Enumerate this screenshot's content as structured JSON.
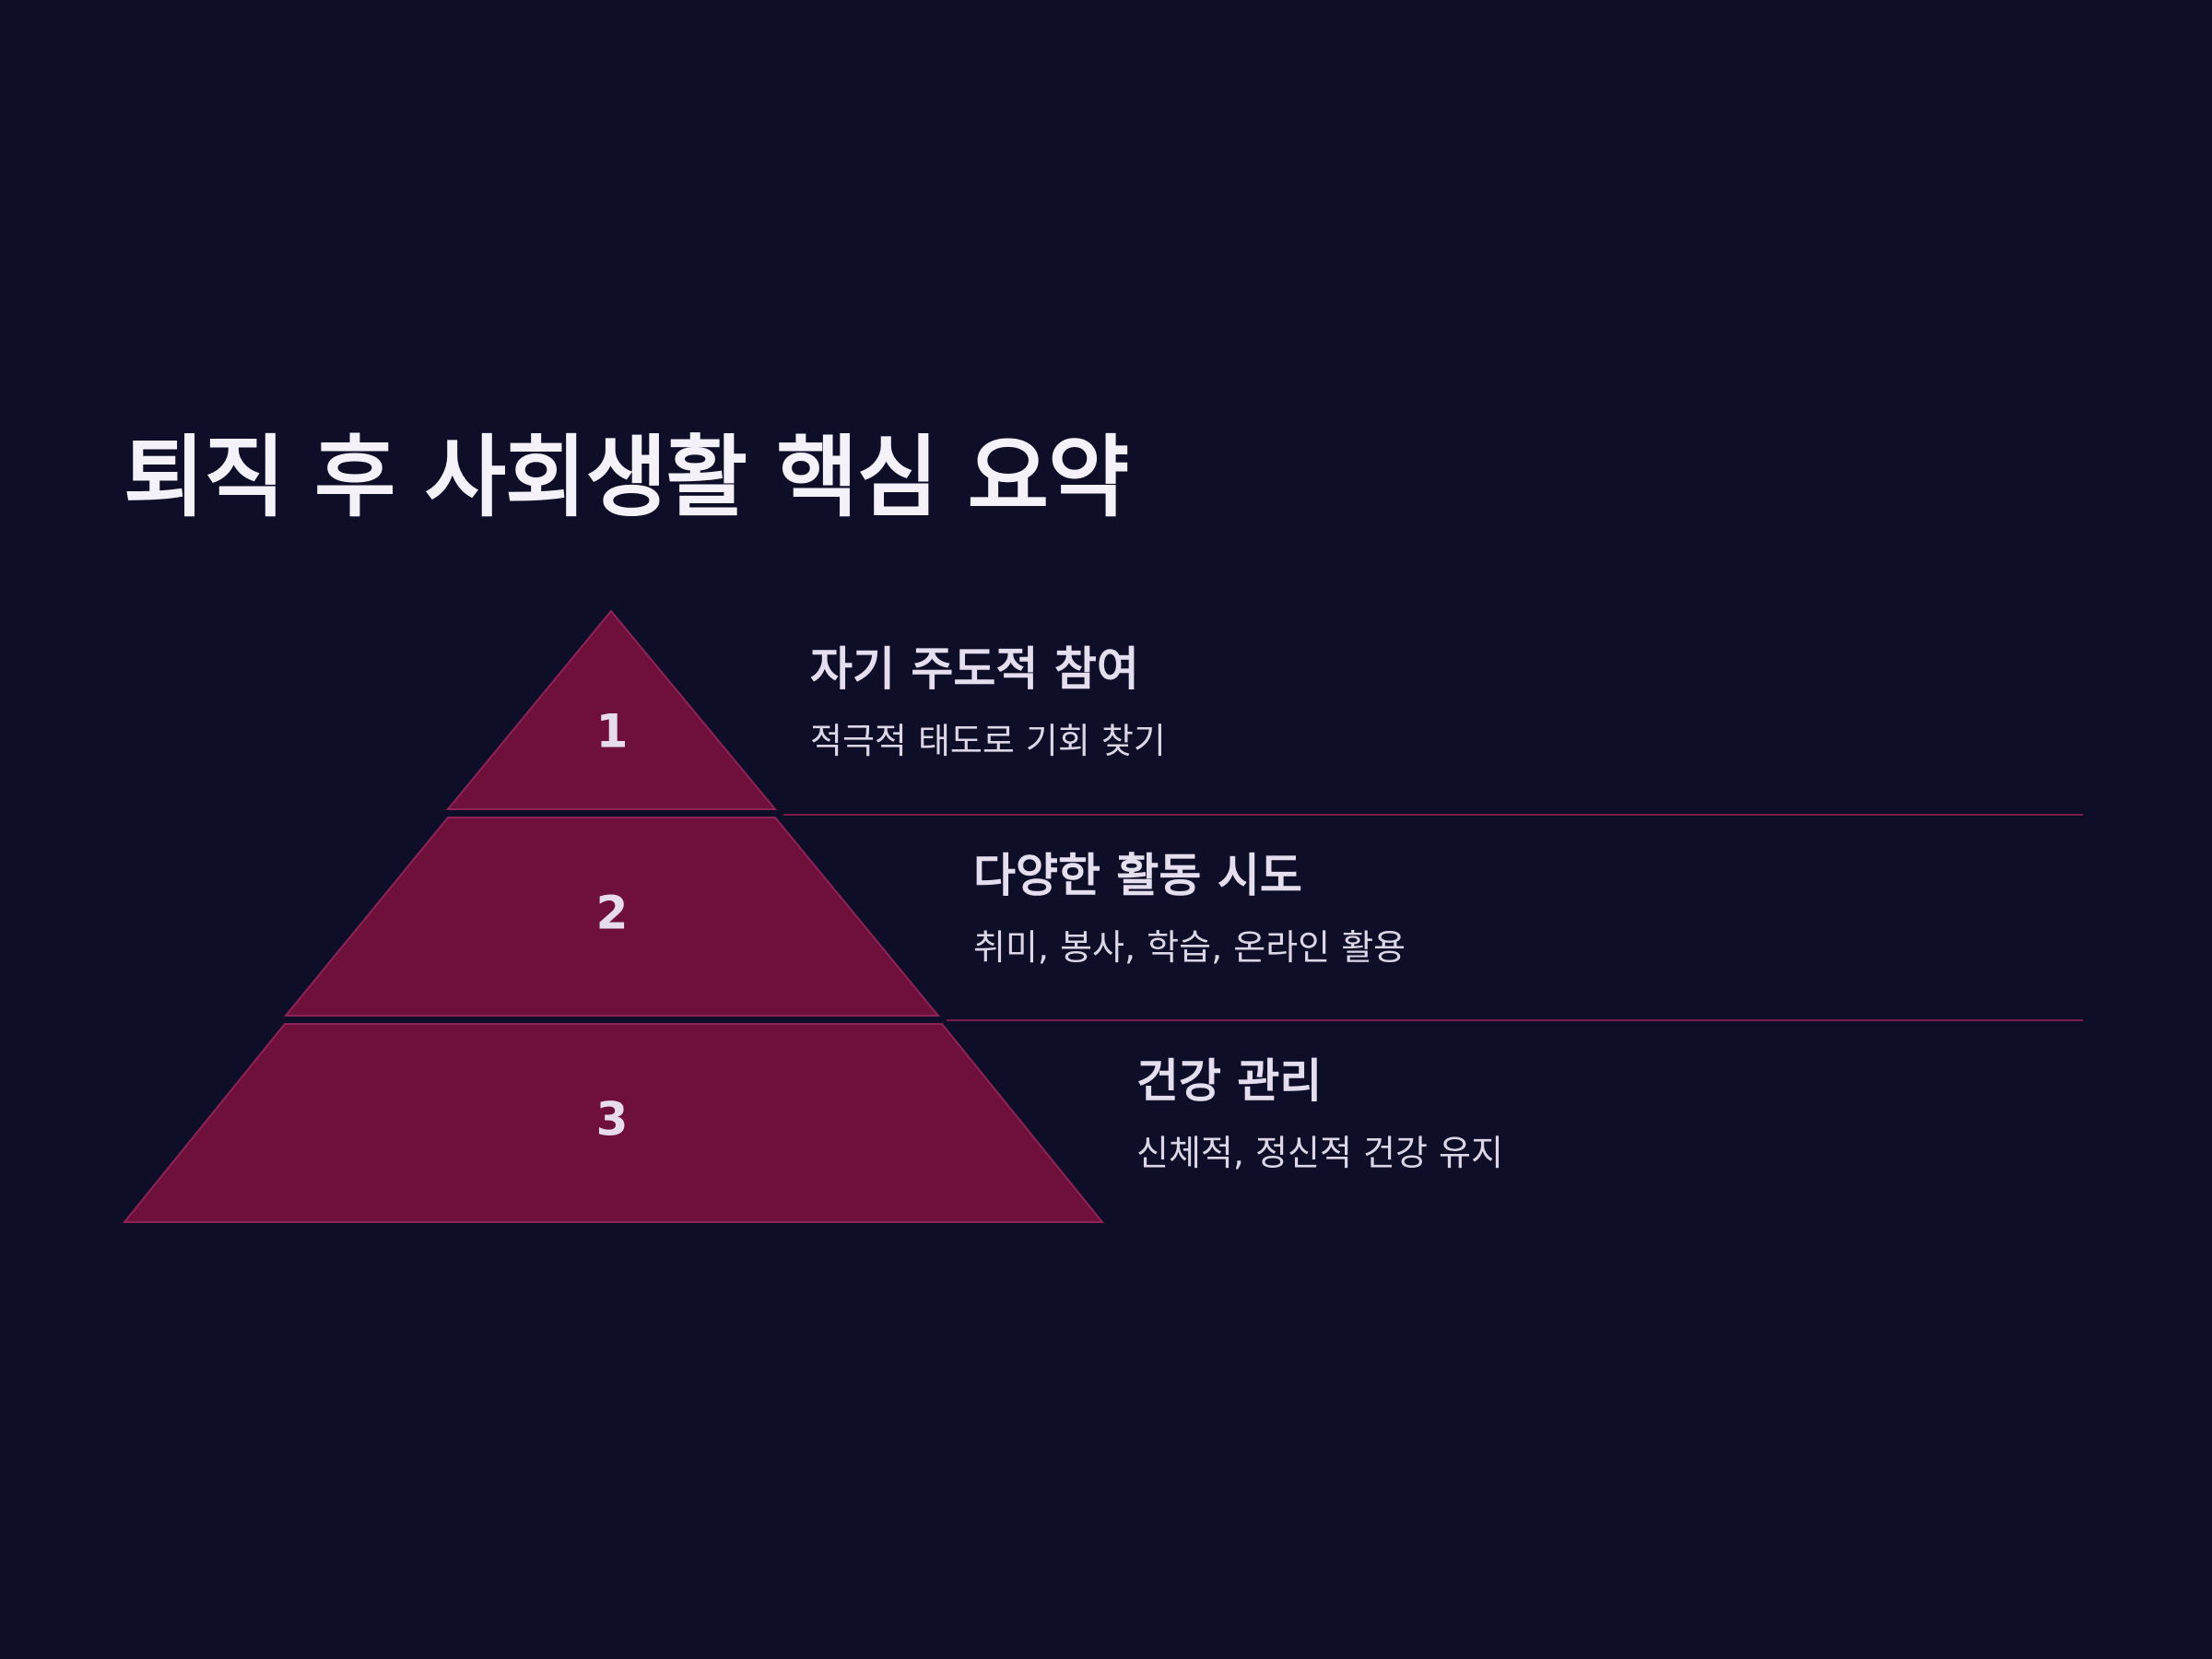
{
  "title": "퇴직 후 사회생활 핵심 요약",
  "colors": {
    "background": "#0e0e29",
    "tier_fill": "#6e0f3c",
    "tier_stroke": "#8c2456",
    "divider": "#7a1c48"
  },
  "tiers": [
    {
      "number": "1",
      "heading": "자기 주도적 참여",
      "description": "적극적 태도로 기회 찾기"
    },
    {
      "number": "2",
      "heading": "다양한 활동 시도",
      "description": "취미, 봉사, 학습, 온라인 활용"
    },
    {
      "number": "3",
      "heading": "건강 관리",
      "description": "신체적, 정신적 건강 유지"
    }
  ]
}
